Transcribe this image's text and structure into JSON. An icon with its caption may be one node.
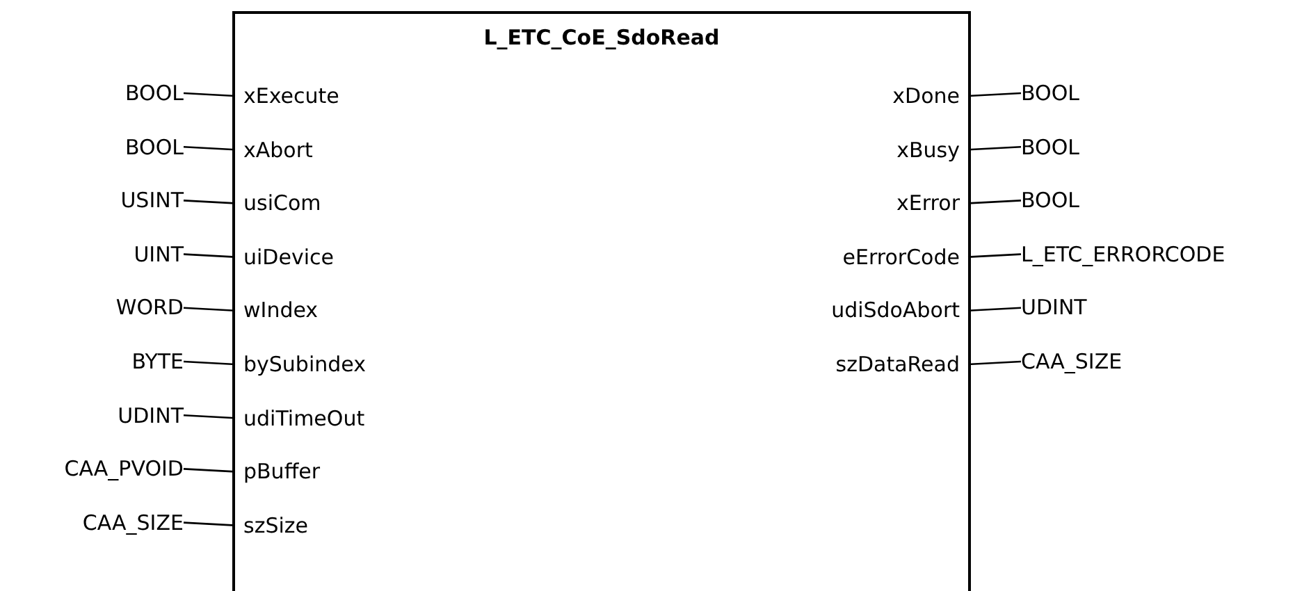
{
  "diagram": {
    "nodes": [
      {
        "text": [
          "L_ETC_CoE_SdoRead"
        ]
      },
      {
        "text": [
          "xExecute"
        ],
        "in": 0
      },
      {
        "text": [
          "xAbort"
        ],
        "in": 0
      },
      {
        "text": [
          "usiCom"
        ],
        "in": 0
      },
      {
        "text": [
          "uiDevice"
        ],
        "in": 0
      },
      {
        "text": [
          "wIndex"
        ],
        "in": 0
      },
      {
        "text": [
          "bySubindex"
        ],
        "in": 0
      },
      {
        "text": [
          "udiTimeOut"
        ],
        "in": 0
      },
      {
        "text": [
          "pBuffer"
        ],
        "in": 0
      },
      {
        "text": [
          "szSize"
        ],
        "in": 0
      },
      {
        "text": [
          "xDone"
        ],
        "in": 0
      },
      {
        "text": [
          "xBusy"
        ],
        "in": 0
      },
      {
        "text": [
          "xError"
        ],
        "in": 0
      },
      {
        "text": [
          "eErrorCode"
        ],
        "in": 0
      },
      {
        "text": [
          "udiSdoAbort"
        ],
        "in": 0
      },
      {
        "text": [
          "szDataRead"
        ],
        "in": 0
      },
      {
        "text": [
          "BOOL"
        ]
      },
      {
        "text": [
          "BOOL"
        ]
      },
      {
        "text": [
          "USINT"
        ]
      },
      {
        "text": [
          "UINT"
        ]
      },
      {
        "text": [
          "WORD"
        ]
      },
      {
        "text": [
          "BYTE"
        ]
      },
      {
        "text": [
          "UDINT"
        ]
      },
      {
        "text": [
          "CAA_PVOID"
        ]
      },
      {
        "text": [
          "CAA_SIZE"
        ]
      },
      {
        "text": [
          "BOOL"
        ]
      },
      {
        "text": [
          "BOOL"
        ]
      },
      {
        "text": [
          "BOOL"
        ]
      },
      {
        "text": [
          "L_ETC_ERRORCODE"
        ]
      },
      {
        "text": [
          "UDINT"
        ]
      },
      {
        "text": [
          "CAA_SIZE"
        ]
      }
    ],
    "edges": [
      {
        "from": 16,
        "to": 1,
        "arrow": "none"
      },
      {
        "from": 17,
        "to": 2,
        "arrow": "none"
      },
      {
        "from": 18,
        "to": 3,
        "arrow": "none"
      },
      {
        "from": 19,
        "to": 4,
        "arrow": "none"
      },
      {
        "from": 20,
        "to": 5,
        "arrow": "none"
      },
      {
        "from": 21,
        "to": 6,
        "arrow": "none"
      },
      {
        "from": 22,
        "to": 7,
        "arrow": "none"
      },
      {
        "from": 23,
        "to": 8,
        "arrow": "none"
      },
      {
        "from": 24,
        "to": 9,
        "arrow": "none"
      },
      {
        "from": 10,
        "to": 25,
        "arrow": "none"
      },
      {
        "from": 11,
        "to": 26,
        "arrow": "none"
      },
      {
        "from": 12,
        "to": 27,
        "arrow": "none"
      },
      {
        "from": 13,
        "to": 28,
        "arrow": "none"
      },
      {
        "from": 14,
        "to": 29,
        "arrow": "none"
      },
      {
        "from": 15,
        "to": 30,
        "arrow": "none"
      }
    ]
  }
}
